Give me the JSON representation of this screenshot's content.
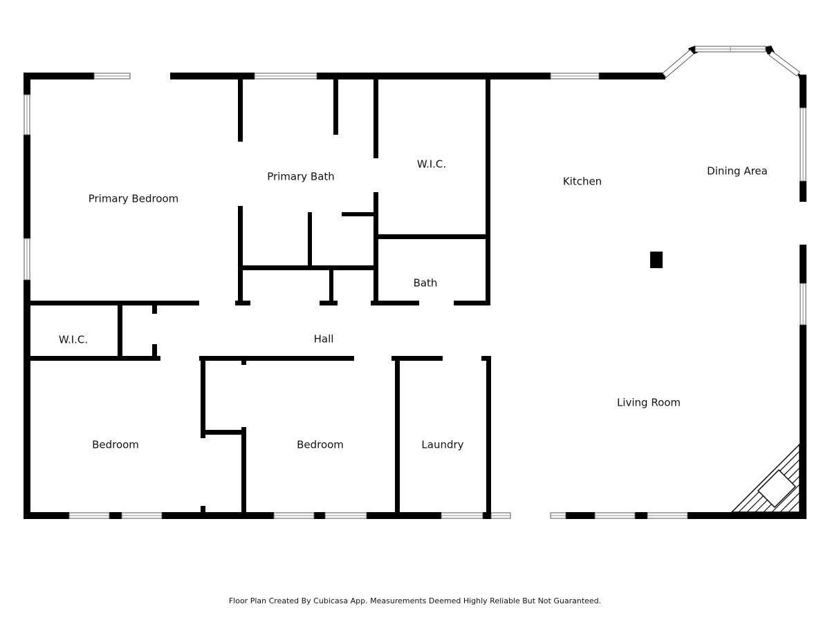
{
  "rooms": {
    "primary_bedroom": "Primary Bedroom",
    "primary_bath": "Primary Bath",
    "wic_top": "W.I.C.",
    "kitchen": "Kitchen",
    "dining_area": "Dining Area",
    "bath": "Bath",
    "wic_left": "W.I.C.",
    "hall": "Hall",
    "bedroom_left": "Bedroom",
    "bedroom_middle": "Bedroom",
    "laundry": "Laundry",
    "living_room": "Living Room"
  },
  "footer": "Floor Plan Created By Cubicasa App. Measurements Deemed Highly Reliable But Not Guaranteed.",
  "colors": {
    "wall": "#000000",
    "background": "#ffffff"
  }
}
